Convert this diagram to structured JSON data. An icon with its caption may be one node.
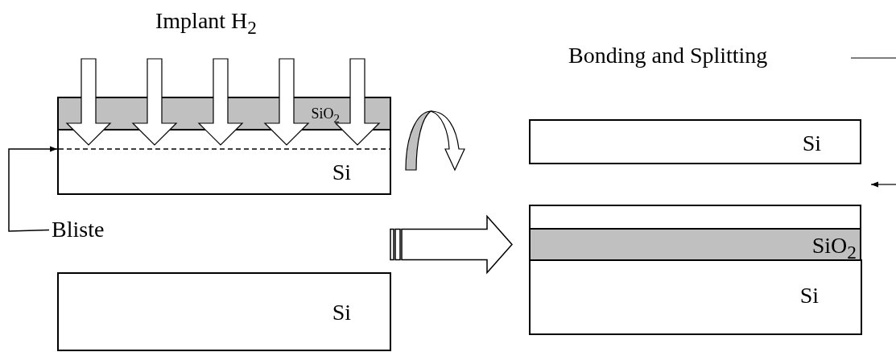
{
  "diagram": {
    "nodes": [
      {
        "text": [
          "SiO$_{2}$"
        ]
      },
      {
        "text": [
          "Si"
        ]
      },
      {
        "text": [
          "Bliste"
        ]
      },
      {
        "text": [
          "Si"
        ]
      },
      {
        "text": [
          "Si"
        ]
      },
      {
        "text": [],
        "shape": "box"
      },
      {
        "text": [
          "SiO$_{2}$"
        ]
      },
      {
        "text": [
          "Si"
        ]
      }
    ],
    "edges": [
      {
        "from": 2,
        "to": 1,
        "arrow": "to"
      },
      {
        "from": null,
        "to": 6,
        "arrow": "to",
        "style": "thick"
      }
    ],
    "labels": [
      "Implant H$_{2}$",
      "Bonding and Splitting"
    ]
  }
}
